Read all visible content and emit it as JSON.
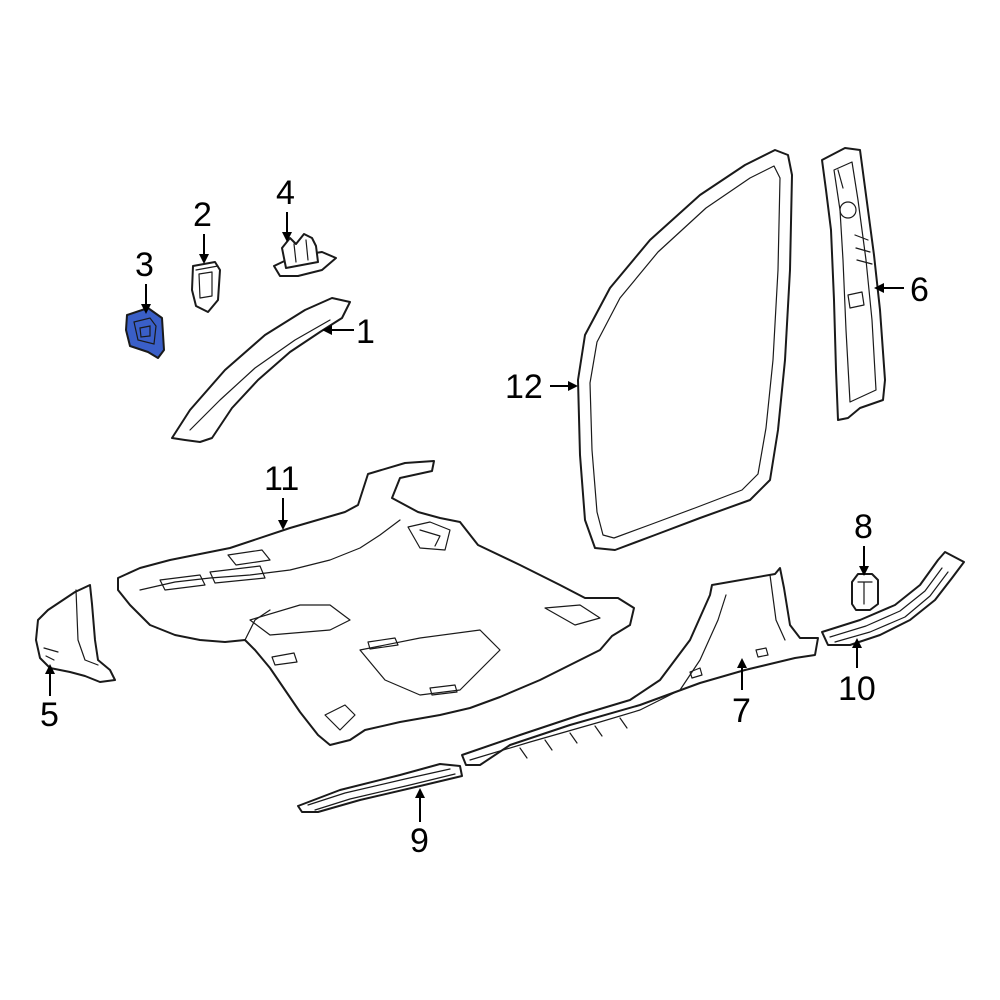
{
  "diagram": {
    "highlight_color": "#3a5fc8",
    "line_color": "#1a1a1a",
    "background": "#ffffff",
    "callouts": [
      {
        "id": "1",
        "label": "1",
        "highlighted": false
      },
      {
        "id": "2",
        "label": "2",
        "highlighted": false
      },
      {
        "id": "3",
        "label": "3",
        "highlighted": true
      },
      {
        "id": "4",
        "label": "4",
        "highlighted": false
      },
      {
        "id": "5",
        "label": "5",
        "highlighted": false
      },
      {
        "id": "6",
        "label": "6",
        "highlighted": false
      },
      {
        "id": "7",
        "label": "7",
        "highlighted": false
      },
      {
        "id": "8",
        "label": "8",
        "highlighted": false
      },
      {
        "id": "9",
        "label": "9",
        "highlighted": false
      },
      {
        "id": "10",
        "label": "10",
        "highlighted": false
      },
      {
        "id": "11",
        "label": "11",
        "highlighted": false
      },
      {
        "id": "12",
        "label": "12",
        "highlighted": false
      }
    ]
  }
}
